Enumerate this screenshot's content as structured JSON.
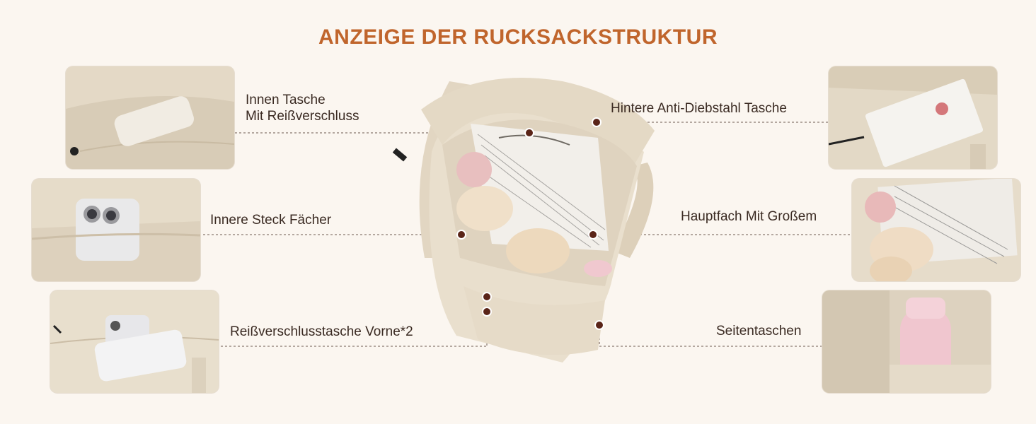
{
  "title": "ANZEIGE DER RUCKSACKSTRUKTUR",
  "labels": {
    "inner_zip_line1": "Innen Tasche",
    "inner_zip_line2": "Mit Reißverschluss",
    "inner_slots": "Innere Steck Fächer",
    "front_zip": "Reißverschlusstasche Vorne*2",
    "back_antitheft": "Hintere Anti-Diebstahl Tasche",
    "main_compartment": "Hauptfach Mit Großem",
    "side_pockets": "Seitentaschen"
  },
  "colors": {
    "title": "#c0652c",
    "fabric": "#e9dfcd",
    "dot": "#5a2418",
    "background": "#fbf6f0"
  }
}
